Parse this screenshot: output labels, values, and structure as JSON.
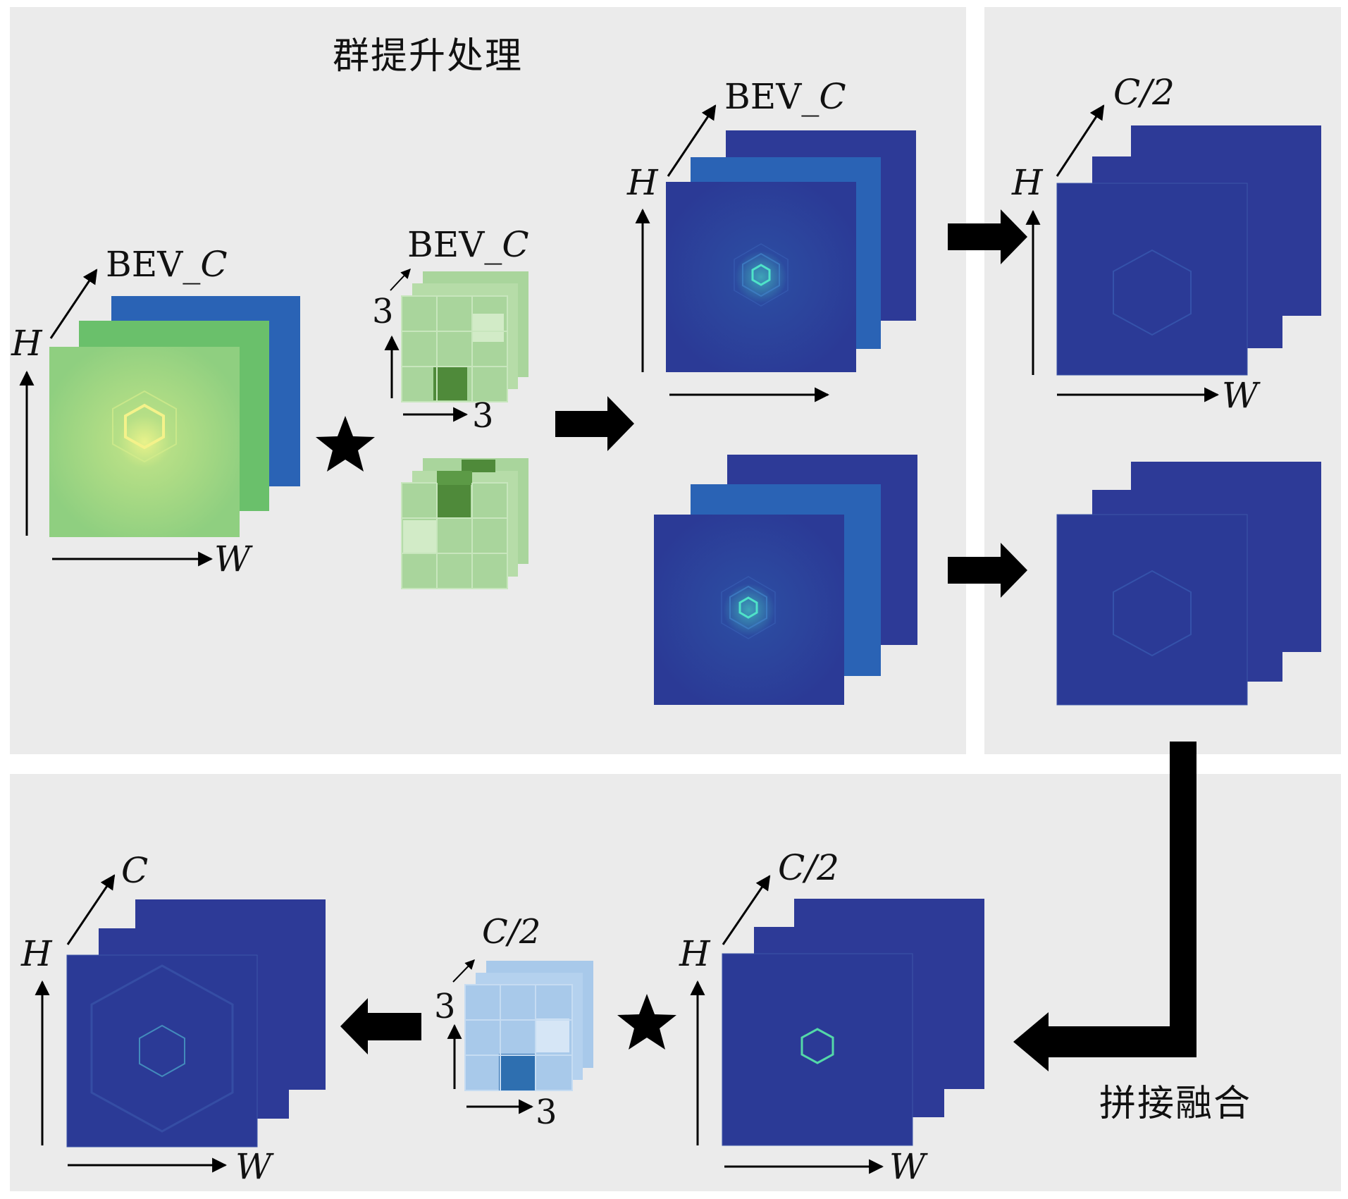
{
  "title_top": "群提升处理",
  "title_bottom": "拼接融合",
  "axis": {
    "h": "H",
    "w": "W"
  },
  "labels": {
    "bev_c_prefix": "BEV_",
    "c": "C",
    "c_half": "C/2",
    "kernel_size": "3"
  },
  "colors": {
    "panel": "#ebebeb",
    "green_map": "#8fcf80",
    "green_kernel": "#a9d59c",
    "green_dark": "#4f8a3a",
    "blue_map": "#2b3a96",
    "blue_back": "#2a5fb8",
    "blue_kernel": "#a8c9ea",
    "blue_dark": "#2e6fb0"
  },
  "icons": [
    "star-icon",
    "thick-arrow-right-icon",
    "thick-arrow-left-icon",
    "elbow-arrow-icon"
  ]
}
